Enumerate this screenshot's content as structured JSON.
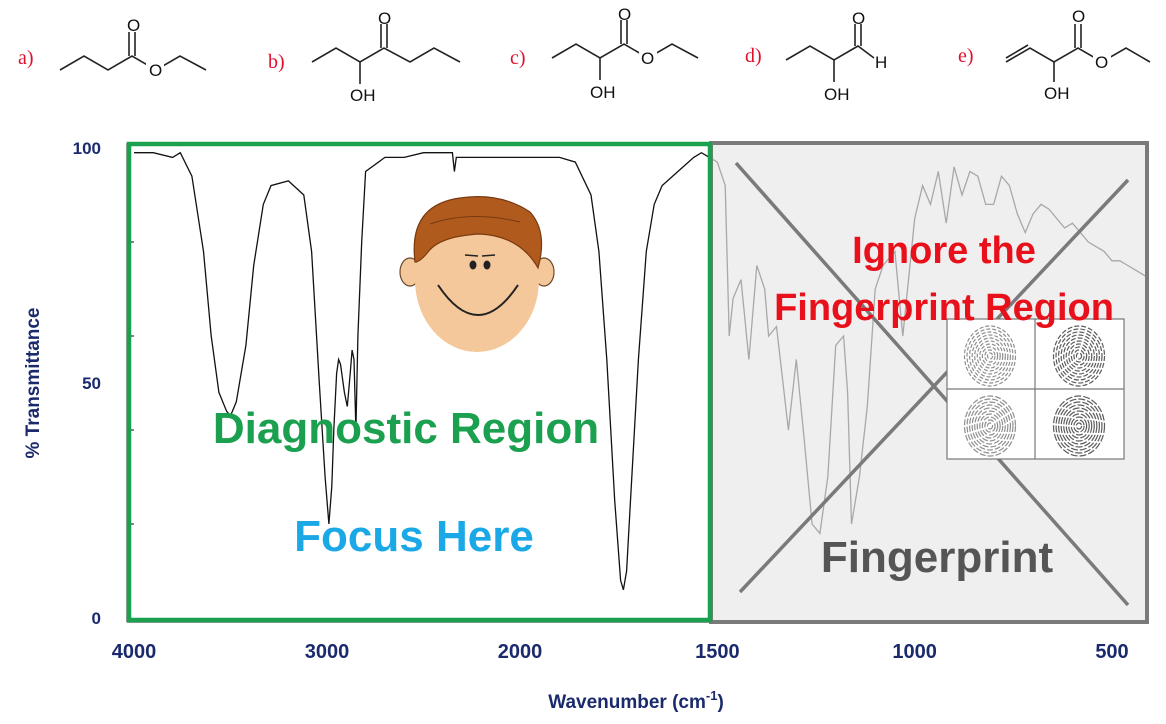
{
  "options": [
    {
      "label": "a)",
      "atoms": [
        "O",
        "O"
      ]
    },
    {
      "label": "b)",
      "atoms": [
        "O",
        "OH"
      ]
    },
    {
      "label": "c)",
      "atoms": [
        "O",
        "O",
        "OH"
      ]
    },
    {
      "label": "d)",
      "atoms": [
        "O",
        "H",
        "OH"
      ]
    },
    {
      "label": "e)",
      "atoms": [
        "O",
        "O",
        "OH"
      ]
    }
  ],
  "chart_data": {
    "type": "line",
    "xlabel": "Wavenumber (cm",
    "xlabel_sup": "-1",
    "xlabel_end": ")",
    "ylabel": "% Transmittance",
    "x_ticks": [
      4000,
      3000,
      2000,
      1500,
      1000,
      500
    ],
    "y_ticks": [
      0,
      50,
      100
    ],
    "xlim": [
      4000,
      400
    ],
    "ylim": [
      0,
      100
    ],
    "grid": false,
    "series": [
      {
        "x": [
          4000,
          3900,
          3800,
          3760,
          3700,
          3640,
          3600,
          3560,
          3520,
          3500,
          3470,
          3420,
          3380,
          3330,
          3290,
          3200,
          3120,
          3080,
          3040,
          3010,
          2990,
          2975,
          2965,
          2950,
          2940,
          2930,
          2910,
          2895,
          2880,
          2870,
          2860,
          2850,
          2840,
          2820,
          2800,
          2700,
          2600,
          2500,
          2400,
          2350,
          2340,
          2330,
          2300,
          2200,
          2100,
          2000,
          1900,
          1860,
          1820,
          1800,
          1780,
          1760,
          1745,
          1738,
          1730,
          1720,
          1700,
          1680,
          1660,
          1640,
          1600,
          1560,
          1540,
          1520,
          1500,
          1480,
          1470,
          1460,
          1440,
          1420,
          1400,
          1380,
          1370,
          1350,
          1320,
          1300,
          1280,
          1260,
          1240,
          1220,
          1200,
          1180,
          1170,
          1160,
          1140,
          1120,
          1100,
          1080,
          1050,
          1030,
          1000,
          980,
          960,
          940,
          920,
          900,
          880,
          860,
          840,
          820,
          800,
          780,
          760,
          740,
          720,
          700,
          680,
          660,
          640,
          620,
          600,
          580,
          560,
          540,
          520,
          500,
          480,
          460,
          440,
          420,
          400
        ],
        "y": [
          99,
          99,
          98,
          99,
          94,
          78,
          60,
          48,
          44,
          43,
          46,
          58,
          75,
          88,
          92,
          93,
          90,
          78,
          50,
          30,
          20,
          28,
          40,
          52,
          55,
          54,
          48,
          45,
          52,
          57,
          55,
          40,
          60,
          80,
          95,
          98,
          98,
          99,
          99,
          99,
          95,
          98,
          98,
          98,
          98,
          98,
          98,
          97,
          90,
          78,
          55,
          25,
          8,
          6,
          10,
          25,
          55,
          78,
          88,
          92,
          95,
          98,
          99,
          98,
          97,
          92,
          60,
          68,
          72,
          55,
          75,
          70,
          60,
          62,
          40,
          55,
          38,
          20,
          18,
          30,
          58,
          60,
          48,
          20,
          30,
          45,
          70,
          75,
          78,
          60,
          85,
          92,
          88,
          95,
          84,
          96,
          90,
          95,
          94,
          88,
          88,
          94,
          92,
          86,
          82,
          86,
          88,
          87,
          85,
          83,
          84,
          82,
          80,
          79,
          78,
          76,
          76,
          75,
          74,
          73,
          72
        ]
      }
    ],
    "regions": [
      {
        "name": "diagnostic",
        "from": 4000,
        "to": 1500,
        "label": "Diagnostic Region",
        "sublabel": "Focus Here",
        "color": "#1aa04f",
        "sub_color": "#1aa8e6"
      },
      {
        "name": "fingerprint",
        "from": 1500,
        "to": 400,
        "label": "Ignore the Fingerprint Region",
        "label_line1": "Ignore the",
        "label_line2": "Fingerprint Region",
        "sublabel": "Fingerprint",
        "color": "#e8101a",
        "sub_color": "#555555"
      }
    ]
  }
}
